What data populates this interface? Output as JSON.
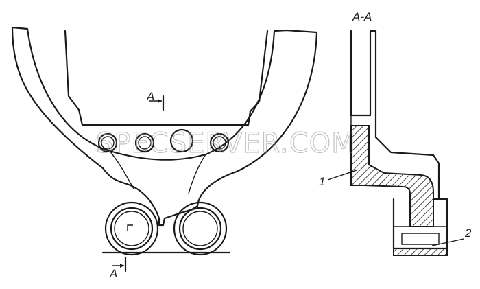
{
  "labels": {
    "section_title": "A-A",
    "cut_top": "A",
    "cut_bottom": "A",
    "part_1": "1",
    "part_2": "2"
  },
  "watermark": "SPECSERVER.COM",
  "colors": {
    "line": "#1a1a1a",
    "watermark": "#9a9a9a"
  }
}
